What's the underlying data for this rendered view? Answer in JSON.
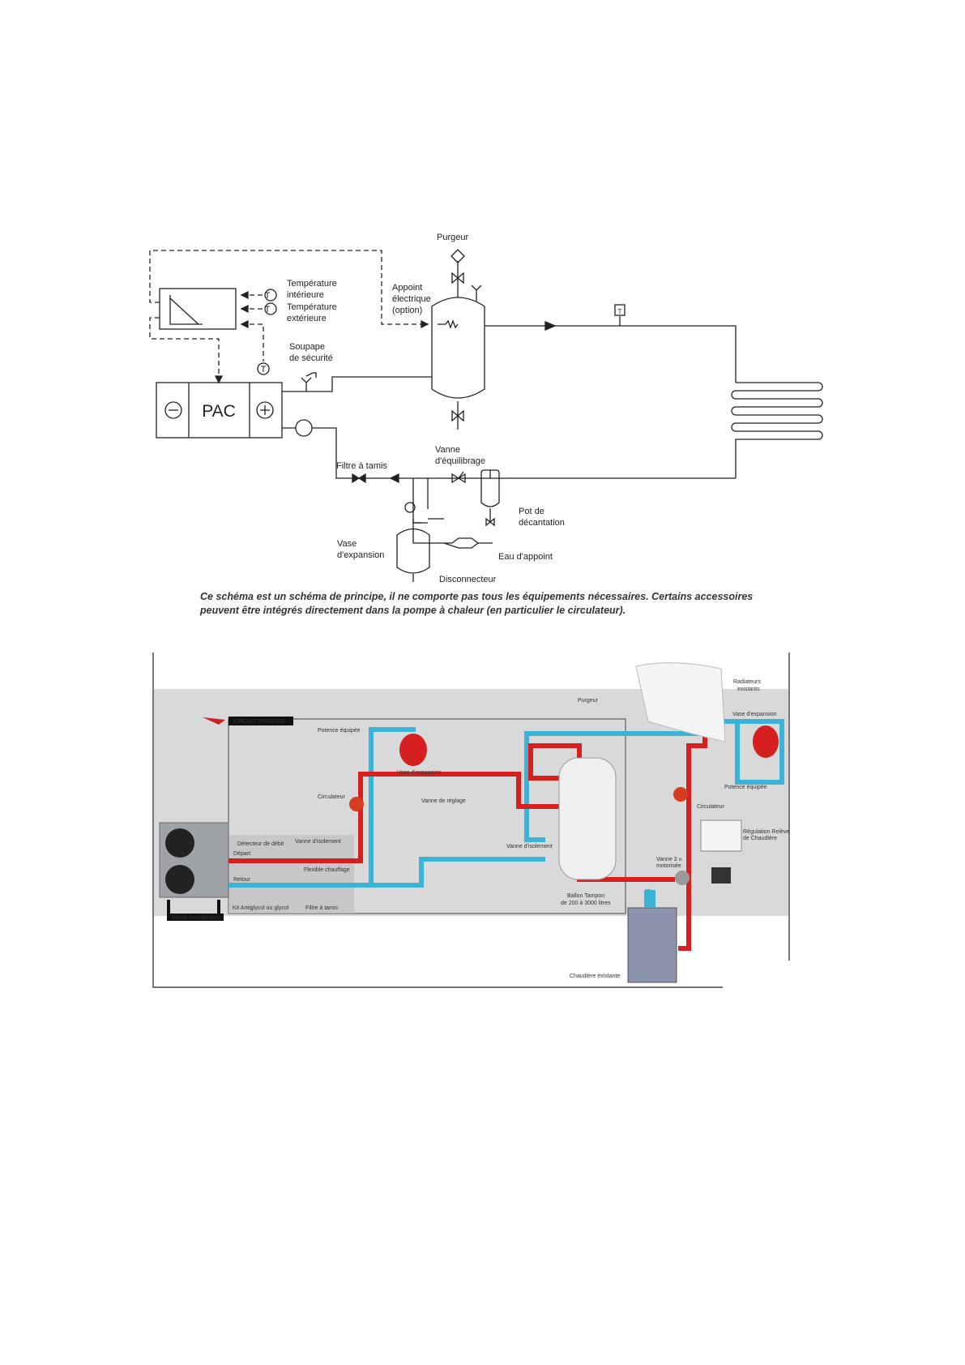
{
  "schematic": {
    "labels": {
      "purgeur": "Purgeur",
      "temp_int_1": "Température",
      "temp_int_2": "intérieure",
      "temp_ext_1": "Température",
      "temp_ext_2": "extérieure",
      "appoint_1": "Appoint",
      "appoint_2": "électrique",
      "appoint_3": "(option)",
      "soupape_1": "Soupape",
      "soupape_2": "de sécurité",
      "pac": "PAC",
      "minus": "−",
      "plus": "+",
      "sensor": "T",
      "filtre": "Filtre à tamis",
      "vanne_1": "Vanne",
      "vanne_2": "d'équilibrage",
      "pot_1": "Pot de",
      "pot_2": "décantation",
      "vase_1": "Vase",
      "vase_2": "d'expansion",
      "eau": "Eau d'appoint",
      "disconnecteur": "Disconnecteur"
    },
    "caption": "Ce schéma est un schéma de principe, il ne comporte pas tous les équipements nécessaires. Certains accessoires peuvent être intégrés directement dans la pompe à chaleur (en particulier le circulateur)."
  },
  "installation": {
    "colors": {
      "hot": "#d62020",
      "cold": "#3bb3d6",
      "background": "#d9d9d9"
    },
    "labels": {
      "circuit": "CIRCUIT PRIMAIRE",
      "potence1": "Potence équipée",
      "vase1": "Vase d'expansion",
      "circulateur1": "Circulateur",
      "vanne_reglage": "Vanne de réglage",
      "detecteur": "Détecteur de débit",
      "vanne_isol1": "Vanne d'isolement",
      "depart": "Départ",
      "retour": "Retour",
      "flexible": "Flexible chauffage",
      "kit": "Kit Antiglycol ou glycol",
      "filtre": "Filtre à tamis",
      "bande": "Bande Antivibration",
      "purgeur": "Purgeur",
      "vanne_isol2": "Vanne d'isolement",
      "ballon_1": "Ballon Tampon",
      "ballon_2": "de 200 à 3000 litres",
      "radiateurs_1": "Radiateurs",
      "radiateurs_2": "existants",
      "vase2": "Vase d'expansion",
      "potence2": "Potence équipée",
      "circulateur2": "Circulateur",
      "regulation_1": "Régulation Relève",
      "regulation_2": "de Chaudière",
      "vanne3_1": "Vanne 3 v.",
      "vanne3_2": "motorisée",
      "chaudiere": "Chaudière existante"
    }
  }
}
